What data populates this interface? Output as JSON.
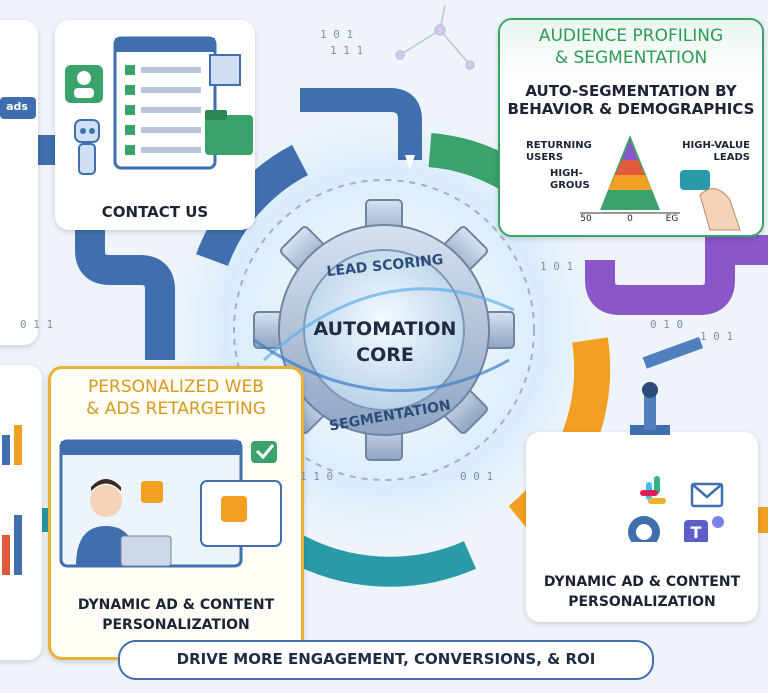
{
  "contact": {
    "label": "CONTACT US"
  },
  "audience": {
    "title_line1": "AUDIENCE PROFILING",
    "title_line2": "& SEGMENTATION",
    "subtitle_line1": "AUTO-SEGMENTATION BY",
    "subtitle_line2": "BEHAVIOR & DEMOGRAPHICS",
    "label_returning_1": "RETURNING",
    "label_returning_2": "USERS",
    "label_high_value_1": "HIGH-VALUE",
    "label_high_value_2": "LEADS",
    "label_high_grous_1": "HIGH-",
    "label_high_grous_2": "GROUS",
    "axis_ticks": [
      "50",
      "0",
      "EG"
    ]
  },
  "core": {
    "title_line1": "AUTOMATION",
    "title_line2": "CORE",
    "arc_top": "LEAD SCORING",
    "arc_bottom": "SEGMENTATION"
  },
  "personalized": {
    "title_line1": "PERSONALIZED WEB",
    "title_line2": "& ADS RETARGETING",
    "caption_line1": "DYNAMIC AD & CONTENT",
    "caption_line2": "PERSONALIZATION"
  },
  "integrations": {
    "caption_line1": "DYNAMIC AD & CONTENT",
    "caption_line2": "PERSONALIZATION"
  },
  "left_partial": {
    "label": "ads"
  },
  "banner": {
    "text": "DRIVE MORE ENGAGEMENT, CONVERSIONS, & ROI"
  },
  "binary": {
    "b1": "1 0 1",
    "b2": "1 1 1",
    "b3": "0 1 1",
    "b4": "0 1 0",
    "b5": "1 0 1",
    "b6": "0 0 1",
    "b7": "1 1 0",
    "b8": "1 0 1"
  },
  "colors": {
    "pipe_blue": "#3f6fae",
    "pipe_green": "#3aa36b",
    "pipe_purple": "#8a56c8",
    "pipe_orange": "#f2a021",
    "pipe_teal": "#2a9aa8",
    "accent_gold": "#e8b23a",
    "title_green": "#2e9b55"
  }
}
